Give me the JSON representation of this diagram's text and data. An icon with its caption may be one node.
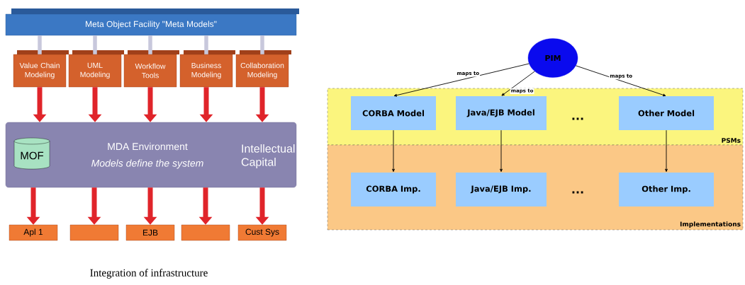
{
  "diagram": {
    "caption": "Integration of infrastructure",
    "nodes": [
      {
        "text": [
          "Meta Object Facility \"Meta Models\""
        ]
      },
      {
        "text": [
          "Value Chain Modeling"
        ]
      },
      {
        "text": [
          "UML Modeling"
        ]
      },
      {
        "text": [
          "Workflow Tools"
        ]
      },
      {
        "text": [
          "Business Modeling"
        ]
      },
      {
        "text": [
          "Collaboration Modeling"
        ]
      },
      {
        "text": [
          "MDA Environment",
          "Models define the system",
          "Intellectual Capital"
        ]
      },
      {
        "text": [
          "MOF"
        ],
        "in": 6
      },
      {
        "text": [
          "Apl 1"
        ]
      },
      {
        "text": [],
        "shape": "box"
      },
      {
        "text": [
          "EJB"
        ]
      },
      {
        "text": [],
        "shape": "box"
      },
      {
        "text": [
          "Cust Sys"
        ]
      },
      {
        "text": [
          "PSMs"
        ]
      },
      {
        "text": [
          "Implementations"
        ]
      },
      {
        "text": [
          "PIM"
        ]
      },
      {
        "text": [
          "CORBA Model"
        ],
        "in": 13
      },
      {
        "text": [
          "Java/EJB Model"
        ],
        "in": 13
      },
      {
        "text": [
          "Other Model"
        ],
        "in": 13
      },
      {
        "text": [
          "CORBA Imp."
        ],
        "in": 14
      },
      {
        "text": [
          "Java/EJB Imp."
        ],
        "in": 14
      },
      {
        "text": [
          "Other Imp."
        ],
        "in": 14
      }
    ],
    "edges": [
      {
        "from": 0,
        "to": 1,
        "arrow": "none",
        "color": "#c8c8dc"
      },
      {
        "from": 0,
        "to": 2,
        "arrow": "none",
        "color": "#c8c8dc"
      },
      {
        "from": 0,
        "to": 3,
        "arrow": "none",
        "color": "#c8c8dc"
      },
      {
        "from": 0,
        "to": 4,
        "arrow": "none",
        "color": "#c8c8dc"
      },
      {
        "from": 0,
        "to": 5,
        "arrow": "none",
        "color": "#c8c8dc"
      },
      {
        "from": 1,
        "to": 6,
        "arrow": "to"
      },
      {
        "from": 2,
        "to": 6,
        "arrow": "to"
      },
      {
        "from": 3,
        "to": 6,
        "arrow": "to"
      },
      {
        "from": 4,
        "to": 6,
        "arrow": "to"
      },
      {
        "from": 5,
        "to": 6,
        "arrow": "to"
      },
      {
        "from": 6,
        "to": 8,
        "arrow": "to"
      },
      {
        "from": 6,
        "to": 9,
        "arrow": "to"
      },
      {
        "from": 6,
        "to": 10,
        "arrow": "to"
      },
      {
        "from": 6,
        "to": 11,
        "arrow": "to"
      },
      {
        "from": 6,
        "to": 12,
        "arrow": "to"
      },
      {
        "from": 15,
        "to": 16,
        "arrow": "to",
        "label": "maps to",
        "color": "#000000"
      },
      {
        "from": 15,
        "to": 17,
        "arrow": "to",
        "label": "maps to",
        "color": "#000000"
      },
      {
        "from": 15,
        "to": 18,
        "arrow": "to",
        "label": "maps to",
        "color": "#000000"
      },
      {
        "from": 16,
        "to": 19,
        "arrow": "to",
        "color": "#000000"
      },
      {
        "from": 17,
        "to": 20,
        "arrow": "to",
        "color": "#000000"
      },
      {
        "from": 18,
        "to": 21,
        "arrow": "to",
        "color": "#000000"
      }
    ],
    "labels": [
      "...",
      "..."
    ]
  }
}
